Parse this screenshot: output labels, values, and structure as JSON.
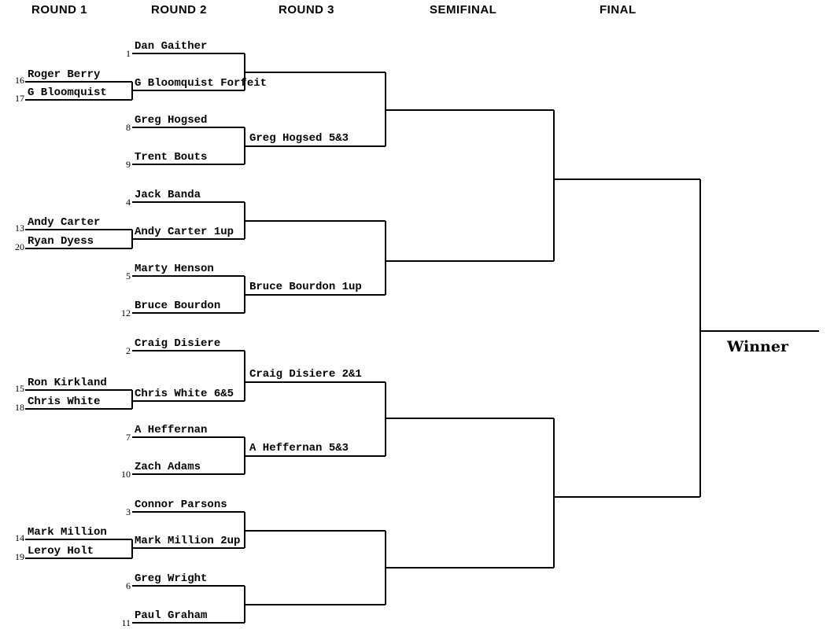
{
  "headers": [
    "ROUND 1",
    "ROUND 2",
    "ROUND 3",
    "SEMIFINAL",
    "FINAL"
  ],
  "winner_label": "Winner",
  "round1": [
    {
      "seed": "16",
      "name": "Roger Berry"
    },
    {
      "seed": "17",
      "name": "G Bloomquist"
    },
    {
      "seed": "13",
      "name": "Andy Carter"
    },
    {
      "seed": "20",
      "name": "Ryan Dyess"
    },
    {
      "seed": "15",
      "name": "Ron Kirkland"
    },
    {
      "seed": "18",
      "name": "Chris White"
    },
    {
      "seed": "14",
      "name": "Mark Million"
    },
    {
      "seed": "19",
      "name": "Leroy Holt"
    }
  ],
  "round2": [
    {
      "seed": "1",
      "name": "Dan Gaither"
    },
    {
      "seed": "",
      "name": "G Bloomquist Forfeit"
    },
    {
      "seed": "8",
      "name": "Greg Hogsed"
    },
    {
      "seed": "9",
      "name": "Trent Bouts"
    },
    {
      "seed": "4",
      "name": "Jack Banda"
    },
    {
      "seed": "",
      "name": "Andy Carter 1up"
    },
    {
      "seed": "5",
      "name": "Marty Henson"
    },
    {
      "seed": "12",
      "name": "Bruce Bourdon"
    },
    {
      "seed": "2",
      "name": "Craig Disiere"
    },
    {
      "seed": "",
      "name": "Chris White 6&5"
    },
    {
      "seed": "7",
      "name": "A Heffernan"
    },
    {
      "seed": "10",
      "name": "Zach Adams"
    },
    {
      "seed": "3",
      "name": "Connor Parsons"
    },
    {
      "seed": "",
      "name": "Mark Million 2up"
    },
    {
      "seed": "6",
      "name": "Greg Wright"
    },
    {
      "seed": "11",
      "name": "Paul Graham"
    }
  ],
  "round3": [
    {
      "name": ""
    },
    {
      "name": "Greg Hogsed 5&3"
    },
    {
      "name": ""
    },
    {
      "name": "Bruce Bourdon 1up"
    },
    {
      "name": "Craig Disiere 2&1"
    },
    {
      "name": "A Heffernan 5&3"
    },
    {
      "name": ""
    },
    {
      "name": ""
    }
  ],
  "semifinal": [
    {
      "name": ""
    },
    {
      "name": ""
    },
    {
      "name": ""
    },
    {
      "name": ""
    }
  ],
  "final": [
    {
      "name": ""
    },
    {
      "name": ""
    }
  ]
}
